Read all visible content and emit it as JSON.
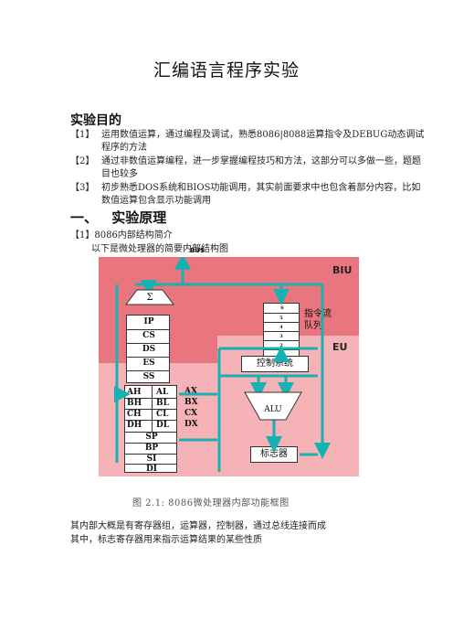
{
  "doc": {
    "title": "汇编语言程序实验",
    "purpose_heading": "实验目的",
    "purpose_items": [
      {
        "num": "【1】",
        "text": "运用数值运算，通过编程及调试，熟悉8086|8088运算指令及DEBUG动态调试程序的方法"
      },
      {
        "num": "【2】",
        "text": "通过非数值运算编程，进一步掌握编程技巧和方法，这部分可以多做一些，题题目也较多"
      },
      {
        "num": "【3】",
        "text": "初步熟悉DOS系统和BIOS功能调用，其实前面要求中也包含着部分内容，比如数值运算包含显示功能调用"
      }
    ],
    "section1_num": "一、",
    "section1_title": "实验原理",
    "sub1": "【1】8086内部结构简介",
    "sub1_desc": "以下是微处理器的简要内部结构图",
    "caption": "图 2.1: 8086微处理器内部功能框图",
    "para1": "其内部大概是有寄存器组，运算器，控制器，通过总线连接而成",
    "para2": "其中，标志寄存器用来指示运算结果的某些性质"
  },
  "diagram": {
    "bus": "BUS",
    "biu": "BIU",
    "eu": "EU",
    "sigma": "Σ",
    "segment_regs": [
      "IP",
      "CS",
      "DS",
      "ES",
      "SS"
    ],
    "queue_label": "指令流队列",
    "queue_cells": [
      "6",
      "5",
      "4",
      "3",
      "2",
      "1"
    ],
    "control": "控制系统",
    "general_regs": [
      {
        "h": "AH",
        "l": "AL",
        "x": "AX"
      },
      {
        "h": "BH",
        "l": "BL",
        "x": "BX"
      },
      {
        "h": "CH",
        "l": "CL",
        "x": "CX"
      },
      {
        "h": "DH",
        "l": "DL",
        "x": "DX"
      }
    ],
    "pointer_regs": [
      "SP",
      "BP",
      "SI",
      "DI"
    ],
    "alu": "ALU",
    "flags": "标志器",
    "colors": {
      "biu": "#e9767f",
      "eu": "#f5b3b8",
      "bus": "#17b1b1"
    }
  }
}
